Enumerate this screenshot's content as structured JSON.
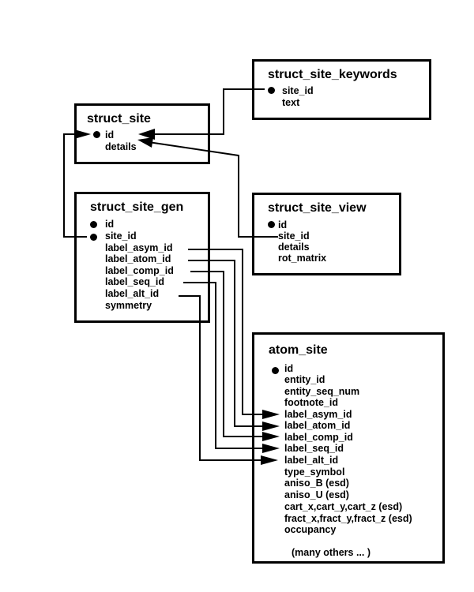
{
  "diagram": {
    "tables": {
      "struct_site": {
        "title": "struct_site",
        "fields": [
          {
            "name": "id",
            "key": true
          },
          {
            "name": "details",
            "key": false
          }
        ]
      },
      "struct_site_keywords": {
        "title": "struct_site_keywords",
        "fields": [
          {
            "name": "site_id",
            "key": true
          },
          {
            "name": "text",
            "key": false
          }
        ]
      },
      "struct_site_gen": {
        "title": "struct_site_gen",
        "fields": [
          {
            "name": "id",
            "key": true
          },
          {
            "name": "site_id",
            "key": true
          },
          {
            "name": "label_asym_id",
            "key": false
          },
          {
            "name": "label_atom_id",
            "key": false
          },
          {
            "name": "label_comp_id",
            "key": false
          },
          {
            "name": "label_seq_id",
            "key": false
          },
          {
            "name": "label_alt_id",
            "key": false
          },
          {
            "name": "symmetry",
            "key": false
          }
        ]
      },
      "struct_site_view": {
        "title": "struct_site_view",
        "fields": [
          {
            "name": "id",
            "key": true
          },
          {
            "name": "site_id",
            "key": false
          },
          {
            "name": "details",
            "key": false
          },
          {
            "name": "rot_matrix",
            "key": false
          }
        ]
      },
      "atom_site": {
        "title": "atom_site",
        "fields": [
          {
            "name": "id",
            "key": true
          },
          {
            "name": "entity_id",
            "key": false
          },
          {
            "name": "entity_seq_num",
            "key": false
          },
          {
            "name": "footnote_id",
            "key": false
          },
          {
            "name": "label_asym_id",
            "key": false
          },
          {
            "name": "label_atom_id",
            "key": false
          },
          {
            "name": "label_comp_id",
            "key": false
          },
          {
            "name": "label_seq_id",
            "key": false
          },
          {
            "name": "label_alt_id",
            "key": false
          },
          {
            "name": "type_symbol",
            "key": false
          },
          {
            "name": "aniso_B (esd)",
            "key": false
          },
          {
            "name": "aniso_U (esd)",
            "key": false
          },
          {
            "name": "cart_x,cart_y,cart_z (esd)",
            "key": false
          },
          {
            "name": "fract_x,fract_y,fract_z (esd)",
            "key": false
          },
          {
            "name": "occupancy",
            "key": false
          }
        ],
        "note": "(many others ... )"
      }
    },
    "relationships": [
      {
        "from": "struct_site_gen.site_id",
        "to": "struct_site.id"
      },
      {
        "from": "struct_site_keywords.site_id",
        "to": "struct_site.id"
      },
      {
        "from": "struct_site_view.site_id",
        "to": "struct_site.details"
      },
      {
        "from": "struct_site_gen.label_asym_id",
        "to": "atom_site.label_asym_id"
      },
      {
        "from": "struct_site_gen.label_atom_id",
        "to": "atom_site.label_atom_id"
      },
      {
        "from": "struct_site_gen.label_comp_id",
        "to": "atom_site.label_comp_id"
      },
      {
        "from": "struct_site_gen.label_seq_id",
        "to": "atom_site.label_seq_id"
      },
      {
        "from": "struct_site_gen.label_alt_id",
        "to": "atom_site.label_alt_id"
      }
    ]
  }
}
